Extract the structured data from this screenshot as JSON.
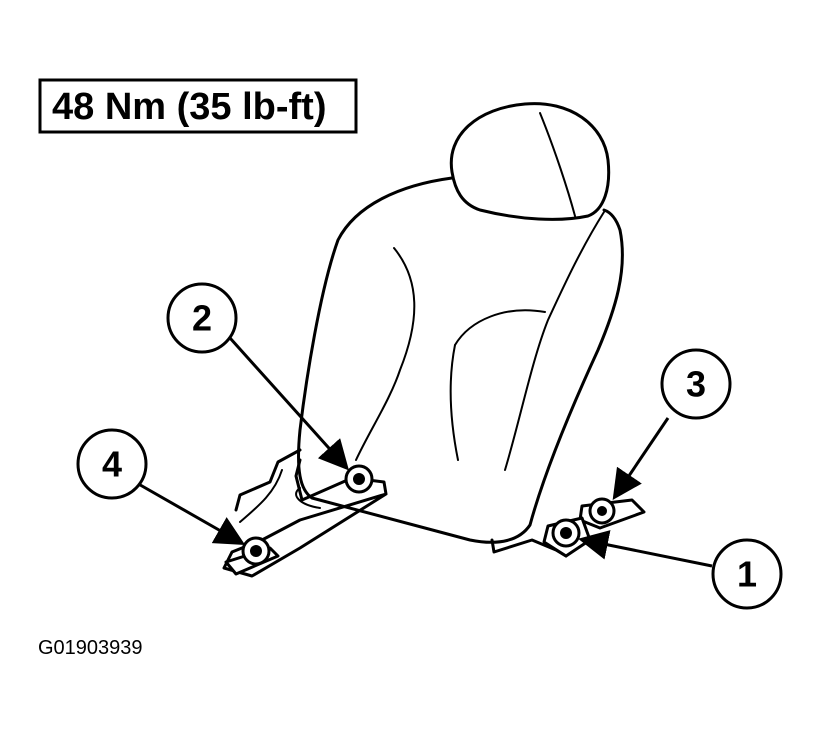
{
  "torque_spec": "48 Nm (35 lb-ft)",
  "figure_id": "G01903939",
  "callouts": [
    {
      "label": "1"
    },
    {
      "label": "2"
    },
    {
      "label": "3"
    },
    {
      "label": "4"
    }
  ],
  "colors": {
    "ink": "#000000",
    "paper": "#ffffff"
  }
}
